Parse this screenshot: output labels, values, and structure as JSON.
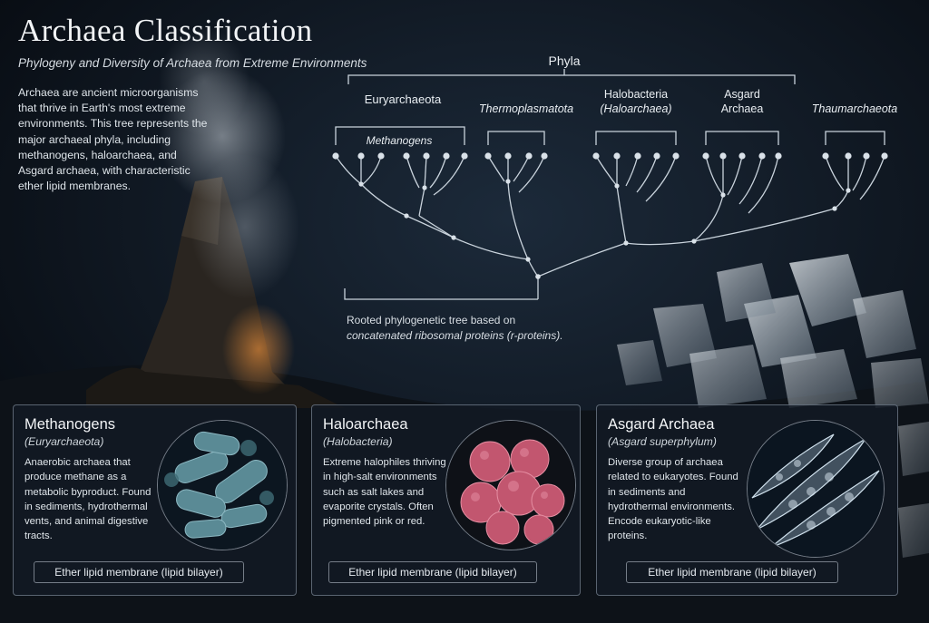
{
  "header": {
    "title": "Archaea Classification",
    "subtitle": "Phylogeny and Diversity of Archaea from Extreme Environments"
  },
  "intro": "Archaea are ancient microorganisms that thrive in Earth's most extreme environments. This tree represents the major archaeal phyla, including methanogens, haloarchaea, and Asgard archaea, with characteristic ether lipid membranes.",
  "tree": {
    "top_label": "Phyla",
    "clades": [
      {
        "name": "Euryarchaeota",
        "sub": "",
        "italic": false
      },
      {
        "name": "Thermoplasmatota",
        "sub": "",
        "italic": true
      },
      {
        "name": "Halobacteria",
        "sub": "(Haloarchaea)",
        "italic": false
      },
      {
        "name": "Asgard",
        "sub": "Archaea",
        "italic": false
      },
      {
        "name": "Thaumarchaeota",
        "sub": "",
        "italic": true
      }
    ],
    "subgroup_label": "Methanogens",
    "caption_line1": "Rooted phylogenetic tree based on",
    "caption_line2": "concatenated ribosomal proteins (r-proteins)."
  },
  "cards": [
    {
      "title": "Methanogens",
      "subtitle": "(Euryarchaeota)",
      "description": "Anaerobic archaea that produce methane as a metabolic byproduct. Found in sediments, hydrothermal vents, and animal digestive tracts.",
      "membrane": "Ether lipid membrane (lipid bilayer)",
      "image_icon": "rod-bacteria-icon"
    },
    {
      "title": "Haloarchaea",
      "subtitle": "(Halobacteria)",
      "description": "Extreme halophiles thriving in high-salt environments such as salt lakes and evaporite crystals. Often pigmented pink or red.",
      "membrane": "Ether lipid membrane (lipid bilayer)",
      "image_icon": "cocci-cluster-icon"
    },
    {
      "title": "Asgard Archaea",
      "subtitle": "(Asgard superphylum)",
      "description": "Diverse group of archaea related to eukaryotes. Found in sediments and hydrothermal environments. Encode eukaryotic-like proteins.",
      "membrane": "Ether lipid membrane (lipid bilayer)",
      "image_icon": "spindle-cell-icon"
    }
  ],
  "colors": {
    "background": "#0a1018",
    "tree_line": "#c9d3dc",
    "methanogen": "#5a8a95",
    "haloarchaea": "#c2566f",
    "asgard": "#a9c4d8"
  }
}
